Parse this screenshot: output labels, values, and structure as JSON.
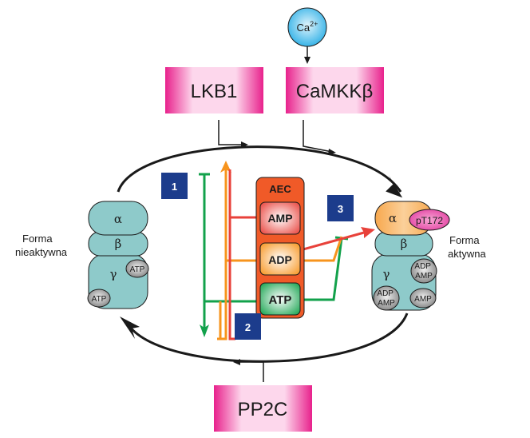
{
  "calcium": {
    "label": "Ca",
    "sup": "2+"
  },
  "kinases": {
    "lkb1": "LKB1",
    "camkk": "CaMKKβ"
  },
  "phosphatase": "PP2C",
  "aec": {
    "title": "AEC",
    "amp": "AMP",
    "adp": "ADP",
    "atp": "ATP"
  },
  "badges": [
    "1",
    "2",
    "3"
  ],
  "inactive": {
    "label_line1": "Forma",
    "label_line2": "nieaktywna",
    "alpha": "α",
    "beta": "β",
    "gamma": "γ",
    "nuc1": "ATP",
    "nuc2": "ATP"
  },
  "active": {
    "label_line1": "Forma",
    "label_line2": "aktywna",
    "alpha": "α",
    "phospho": "pT172",
    "beta": "β",
    "gamma": "γ",
    "nuc1_line1": "ADP",
    "nuc1_line2": "AMP",
    "nuc2_line1": "ADP",
    "nuc2_line2": "AMP",
    "nuc3": "AMP"
  },
  "colors": {
    "magenta": "#e8218c",
    "teal": "#8ecaca",
    "aec_orange": "#f05a28",
    "amp_red": "#e8413a",
    "adp_orange": "#f7941d",
    "atp_green": "#12a14b",
    "badge_navy": "#1c3c8c",
    "alpha_orange": "#f7a84e",
    "calcium_blue": "#29aee6"
  }
}
